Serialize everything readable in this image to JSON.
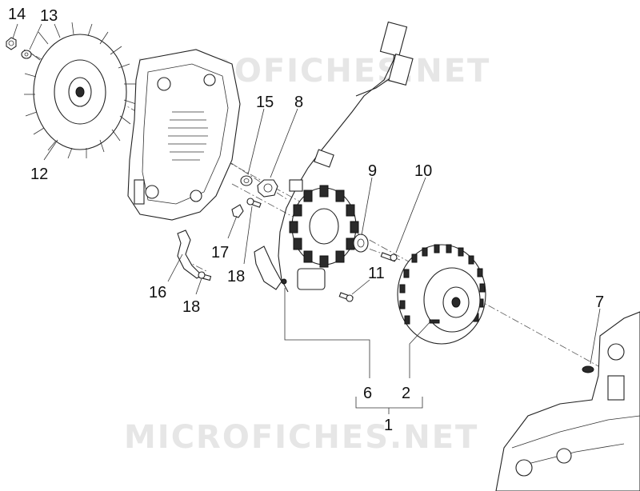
{
  "watermarks": [
    "MICROFICHES.NET",
    "MICROFICHES.NET"
  ],
  "callouts": [
    "14",
    "13",
    "12",
    "15",
    "8",
    "9",
    "10",
    "11",
    "7",
    "17",
    "18",
    "16",
    "18",
    "6",
    "2",
    "1"
  ]
}
